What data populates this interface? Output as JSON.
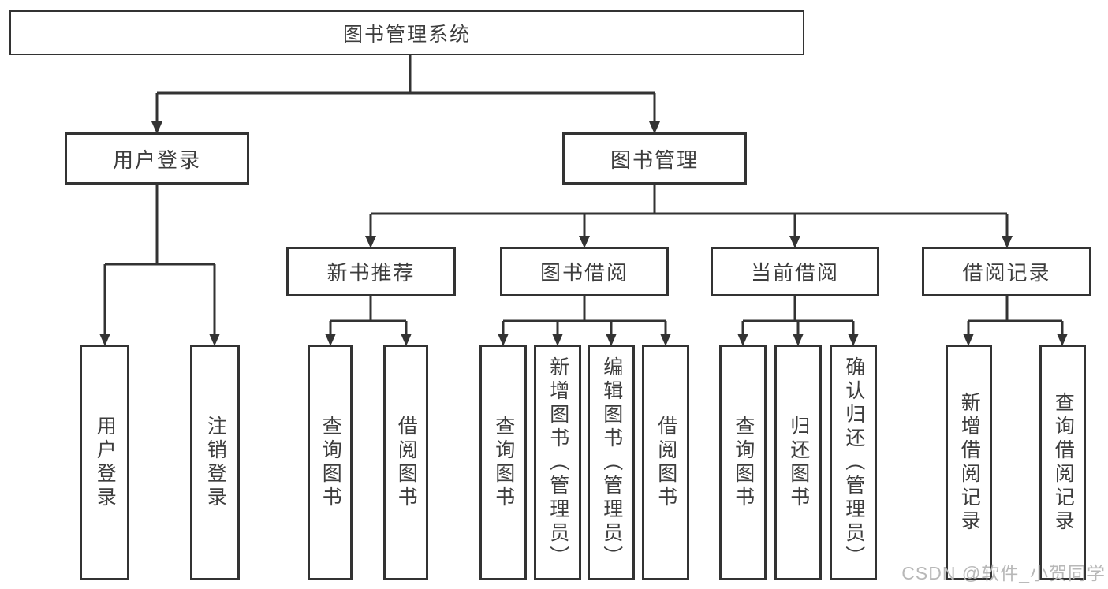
{
  "diagram": {
    "root": "图书管理系统",
    "branches": [
      {
        "label": "用户登录",
        "leaves": [
          "用户登录",
          "注销登录"
        ]
      },
      {
        "label": "图书管理",
        "sections": [
          {
            "label": "新书推荐",
            "leaves": [
              "查询图书",
              "借阅图书"
            ]
          },
          {
            "label": "图书借阅",
            "leaves": [
              "查询图书",
              "新增图书（管理员）",
              "编辑图书（管理员）",
              "借阅图书"
            ]
          },
          {
            "label": "当前借阅",
            "leaves": [
              "查询图书",
              "归还图书",
              "确认归还（管理员）"
            ]
          },
          {
            "label": "借阅记录",
            "leaves": [
              "新增借阅记录",
              "查询借阅记录"
            ]
          }
        ]
      }
    ]
  },
  "watermark": "CSDN @软件_小贺同学",
  "colors": {
    "line": "#333333",
    "text": "#3d3d3d",
    "box_fill": "#ffffff",
    "watermark": "#b8b8b8"
  }
}
